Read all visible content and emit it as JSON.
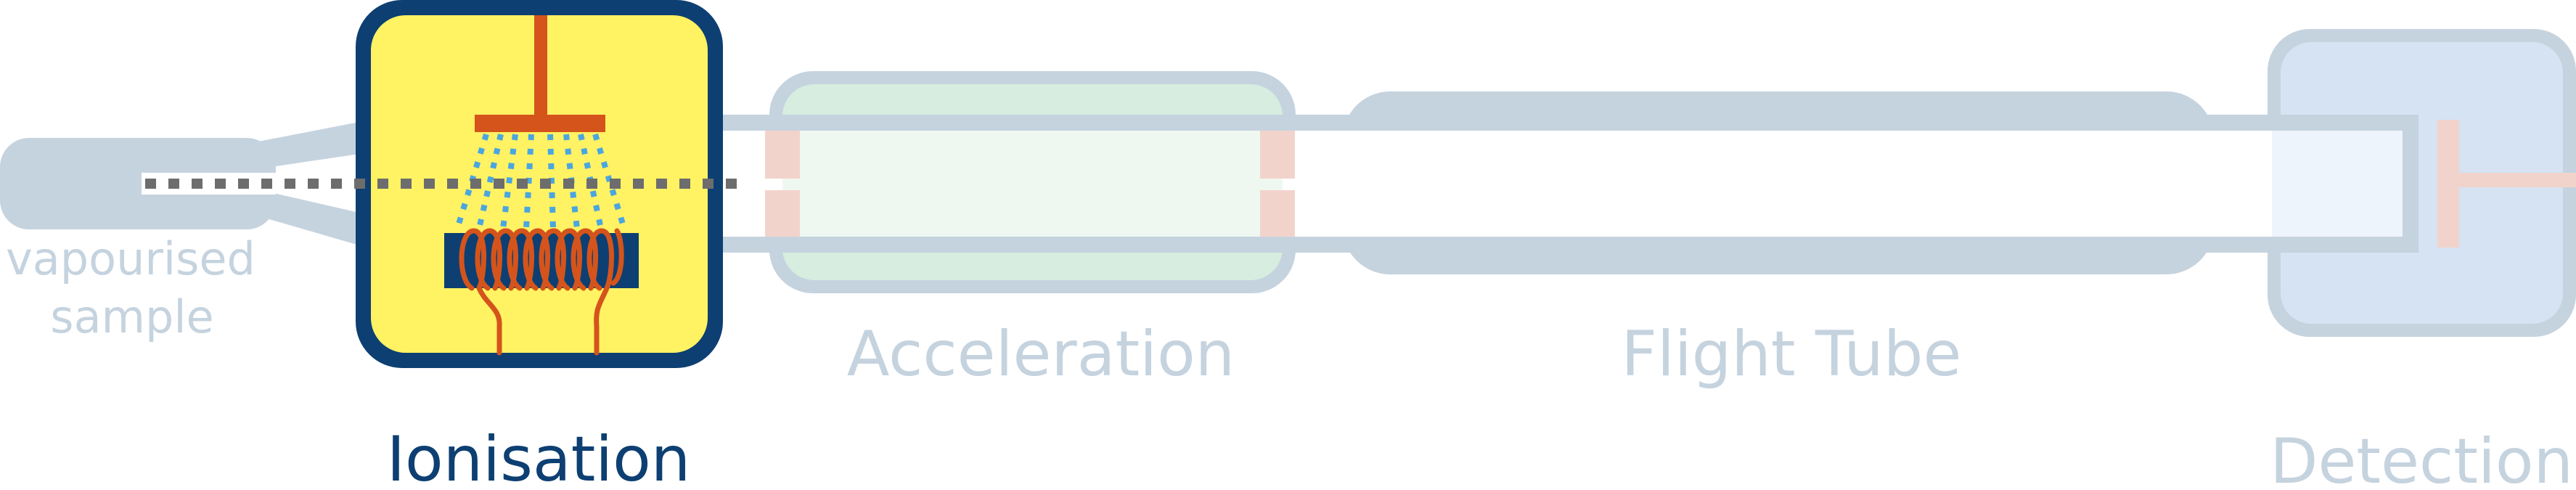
{
  "labels": {
    "sample": [
      "vapourised",
      "sample"
    ],
    "ionisation": "Ionisation",
    "acceleration": "Acceleration",
    "flight_tube": "Flight Tube",
    "detection": "Detection"
  },
  "colors": {
    "grey": "#c5d3df",
    "navy": "#0d3f72",
    "yellow": "#fff263",
    "orange": "#d4541c",
    "green_fill": "#d6eddf",
    "green_light": "#eef8f1",
    "pink": "#f2d3cb",
    "blue_fill": "#d5e3f2",
    "blue_light": "#eef4fb",
    "dots_grey": "#6d6d6d",
    "dots_blue": "#4aa6e0",
    "label_grey": "#c5d3df",
    "label_active": "#0d3f72"
  },
  "icons": [
    "filament-coil-icon",
    "electron-spray-icon",
    "detector-plate-icon"
  ]
}
